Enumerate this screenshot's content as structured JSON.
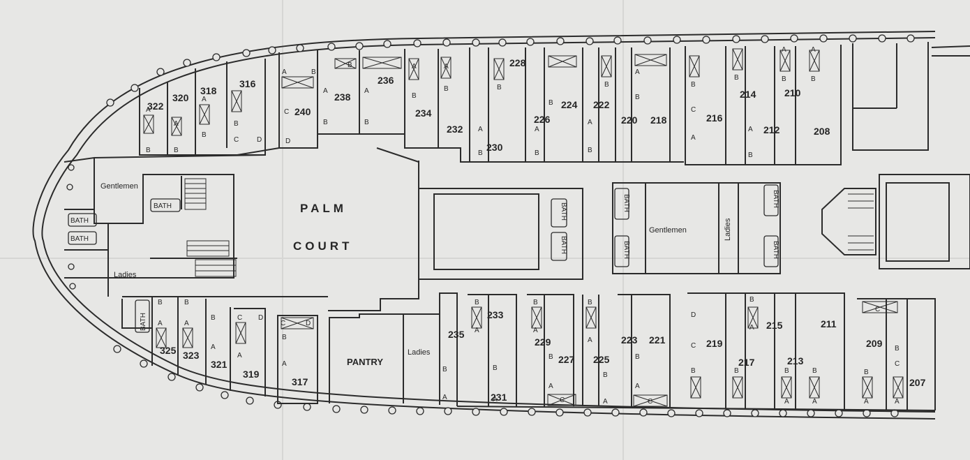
{
  "labels": {
    "palm": "PALM",
    "court": "COURT",
    "pantry": "PANTRY",
    "gentlemen_fwd": "Gentlemen",
    "gentlemen_mid": "Gentlemen",
    "ladies_fwd": "Ladies",
    "ladies_aft": "Ladies",
    "ladies_mid": "Ladies",
    "bath": "BATH",
    "bunk_a": "A",
    "bunk_b": "B",
    "bunk_c": "C",
    "bunk_d": "D"
  },
  "cabins_top": [
    "322",
    "320",
    "318",
    "316",
    "240",
    "238",
    "236",
    "234",
    "232",
    "228",
    "230",
    "226",
    "224",
    "222",
    "220",
    "218",
    "216",
    "214",
    "212",
    "210",
    "208"
  ],
  "cabins_bottom": [
    "325",
    "323",
    "321",
    "319",
    "317",
    "235",
    "233",
    "231",
    "229",
    "227",
    "225",
    "223",
    "221",
    "219",
    "217",
    "215",
    "213",
    "211",
    "209",
    "207"
  ],
  "colors": {
    "paper": "#e7e7e5",
    "ink": "#2b2b2b"
  }
}
